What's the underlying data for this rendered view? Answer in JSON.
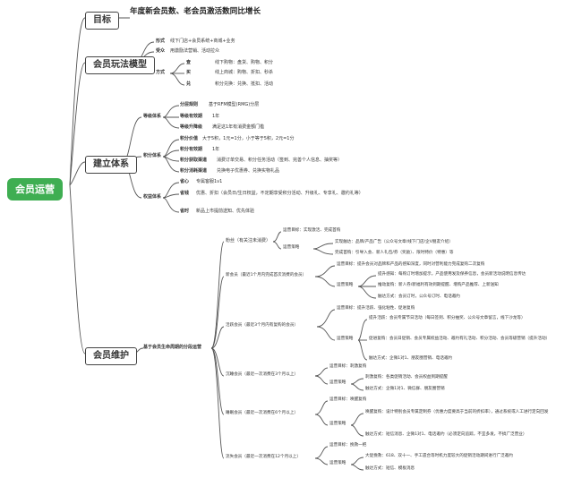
{
  "root": "会员运营",
  "goal": {
    "label": "目标",
    "text": "年度新会员数、老会员激活数同比增长"
  },
  "gameplay": {
    "label": "会员玩法模型",
    "form": {
      "label": "形式",
      "text": "线下门店+会员系统+商城+业务"
    },
    "action": {
      "label": "受众",
      "text": "用激励法营销、活动拉众"
    },
    "method": {
      "label": "方式",
      "items": [
        {
          "label": "查",
          "text": "线下购物：盘货、购物、积分"
        },
        {
          "label": "买",
          "text": "线上商城：购物、折扣、秒杀"
        },
        {
          "label": "兑",
          "text": "积分兑换：兑换、抵扣、活动"
        }
      ]
    }
  },
  "system": {
    "label": "建立体系",
    "level": {
      "label": "等级体系",
      "items": [
        {
          "label": "分层规则",
          "text": "基于RFM模型(RMG)分层"
        },
        {
          "label": "等级有效期",
          "text": "1年"
        },
        {
          "label": "等级升降级",
          "text": "满足这1年有消费金额门槛"
        }
      ]
    },
    "points": {
      "label": "积分体系",
      "items": [
        {
          "label": "积分价值",
          "text": "大于5积，1元=1分，小于等于5积，2元=1分"
        },
        {
          "label": "积分有效期",
          "text": "1年"
        },
        {
          "label": "积分获取渠道",
          "text": "消费订单交易、积分任务活动（签到、完善个人信息、抽奖等）"
        },
        {
          "label": "积分消耗渠道",
          "text": "兑换电子优惠券、兑换实物礼品"
        }
      ]
    },
    "rights": {
      "label": "权益体系",
      "items": [
        {
          "label": "省心",
          "text": "专属客服1v1"
        },
        {
          "label": "省钱",
          "text": "优惠、折扣（会员日/生日权益，不定期享受积分活动、升级礼、专享礼、邀约礼等）"
        },
        {
          "label": "省时",
          "text": "新品上市提前送知、优先体验"
        }
      ]
    }
  },
  "maintain": {
    "label": "会员维护",
    "sub": "基于会员生命周期的分段运营",
    "stages": [
      {
        "label": "粉丝（有关注未消费）",
        "items": [
          {
            "label": "运营目标：实现激活、完成首购"
          },
          {
            "label": "运营策略",
            "children": [
              {
                "label": "实现触达：品牌/产品广告（公众号文章/线下门店/企V朋友介绍）"
              },
              {
                "label": "完成首购：引导入会、新人礼包/券（奖励）、限时特价（特惠）等"
              }
            ]
          }
        ]
      },
      {
        "label": "新会员（最近1个月内完成首次消费的会员）",
        "items": [
          {
            "label": "运营目标：提升会员对品牌和产品的感知深度，同时对营利能力完成复购二次复购"
          },
          {
            "label": "运营策略",
            "children": [
              {
                "label": "提升感知：每购订时增加提示，产品使用发及保养信息，会员新活动说明信息传达"
              },
              {
                "label": "推动复购：新人券/新福利有效到期提醒、增购产品推荐、上新送知"
              },
              {
                "label": "触达方式：会员订时，公众号订时、电话邀约"
              }
            ]
          }
        ]
      },
      {
        "label": "活跃会员（最近3个月内有复购的会员）",
        "items": [
          {
            "label": "运营目标：提升活跃、强化粘性、促进复购"
          },
          {
            "label": "运营策略",
            "children": [
              {
                "label": "提升活跃：会员专属节日活动（每日签到、积分抽奖、公众号文章留言，线下沙龙等）"
              },
              {
                "label": "促进复购：会员日促销、会员专属权益活动、邀约有礼活动、积分活动、会员等级营销（提升活动）"
              },
              {
                "label": "触达方式：企微1对1、朋友圈营销、电话邀约"
              }
            ]
          }
        ]
      },
      {
        "label": "沉睡会员（最近一次消费在3个月以上）",
        "items": [
          {
            "label": "运营目标：刺激复购"
          },
          {
            "label": "运营策略",
            "children": [
              {
                "label": "刺激复购：各类促销活动、会员权益到期提醒"
              },
              {
                "label": "触达方式：企微1对1、微信群、朋友圈营销"
              }
            ]
          }
        ]
      },
      {
        "label": "睡眠会员（最近一次消费在6个月以上）",
        "items": [
          {
            "label": "运营目标：唤醒复购"
          },
          {
            "label": "运营策略",
            "children": [
              {
                "label": "唤醒复购：设计特别会员专属定制券（优惠力度要高于当前的折扣率），通过系统或人工进行定向回发"
              },
              {
                "label": "触达方式：短信消息、企微1对1、电话邀约（必须定向追踪，不宜多发，不搞广泛营业）"
              }
            ]
          }
        ]
      },
      {
        "label": "流失会员（最近一次消费在12个月以上）",
        "items": [
          {
            "label": "运营目标：挽救一把"
          },
          {
            "label": "运营策略",
            "children": [
              {
                "label": "大促挽救：618、双十一、手工遗合等时机力度较大的促销活动期间进行广泛邀约"
              },
              {
                "label": "触达方式：短信、模板消息"
              }
            ]
          }
        ]
      }
    ]
  }
}
